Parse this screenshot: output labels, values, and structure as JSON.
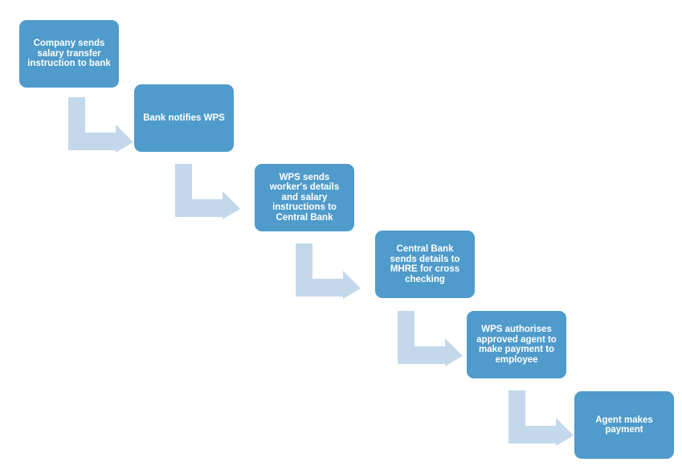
{
  "colors": {
    "box_fill": "#4f9bcb",
    "box_text": "#ffffff",
    "arrow_fill": "#c3d8ea"
  },
  "steps": [
    {
      "label": "Company sends salary transfer instruction to bank"
    },
    {
      "label": "Bank notifies WPS"
    },
    {
      "label": "WPS sends worker's details and salary instructions to Central Bank"
    },
    {
      "label": "Central Bank sends details to MHRE for cross checking"
    },
    {
      "label": "WPS authorises approved agent to make payment to employee"
    },
    {
      "label": "Agent makes payment"
    }
  ]
}
